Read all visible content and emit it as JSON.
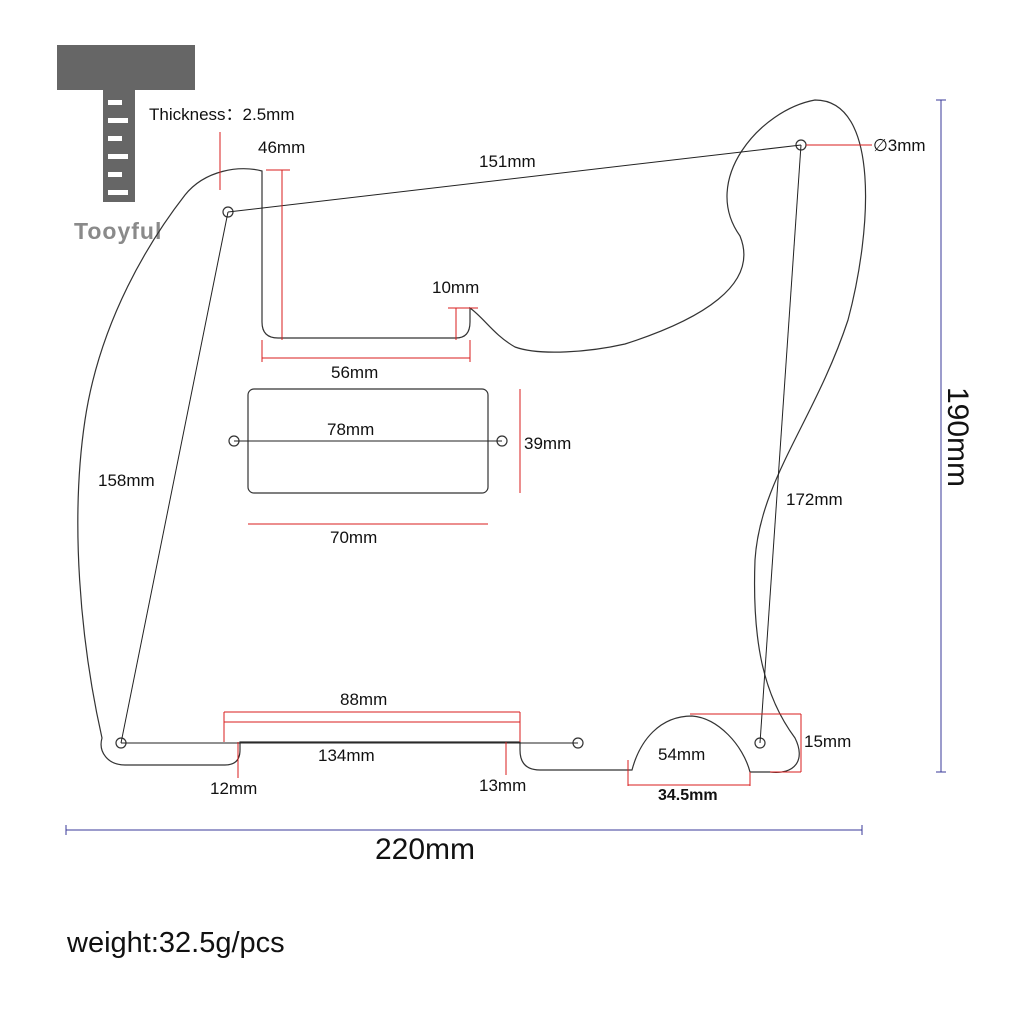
{
  "brand": {
    "name": "Tooyful",
    "logo_color": "#666666",
    "logo_text_color": "#8a8a8a"
  },
  "colors": {
    "outline": "#333333",
    "dimension_red": "#d81e1e",
    "dimension_blue": "#3a3a9a",
    "text": "#111111"
  },
  "labels": {
    "thickness": "Thickness：2.5mm",
    "d46": "46mm",
    "d151": "151mm",
    "hole": "∅3mm",
    "d10": "10mm",
    "d56": "56mm",
    "d78": "78mm",
    "d39": "39mm",
    "d70": "70mm",
    "d158": "158mm",
    "d172": "172mm",
    "d190": "190mm",
    "d88": "88mm",
    "d134": "134mm",
    "d54": "54mm",
    "d15": "15mm",
    "d12": "12mm",
    "d13": "13mm",
    "d34_5": "34.5mm",
    "d220": "220mm",
    "weight": "weight:32.5g/pcs"
  }
}
